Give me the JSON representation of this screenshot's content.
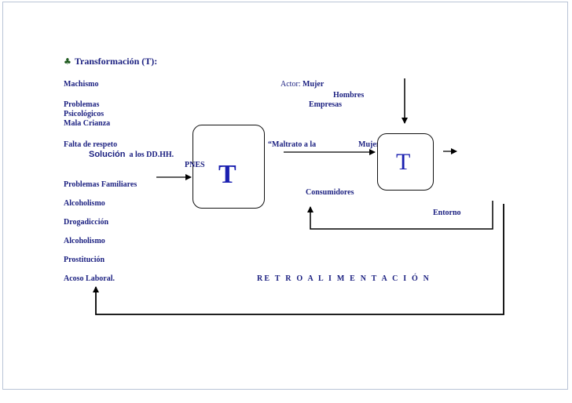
{
  "heading": {
    "bullet_icon": "club-icon",
    "title": "Transformación (T):"
  },
  "left_list": {
    "machismo": "Machismo",
    "problemas": "Problemas",
    "psicologicos": "Psicológicos",
    "mala_crianza": "Mala Crianza",
    "falta_respeto": "Falta de respeto",
    "solucion": "Solución",
    "ddhh": "a los DD.HH.",
    "problemas_familiares": "Problemas Familiares",
    "alcoholismo_1": "Alcoholismo",
    "drogadiccion": "Drogadicción",
    "alcoholismo_2": "Alcoholismo",
    "prostitucion": "Prostitución",
    "acoso": "Acoso Laboral."
  },
  "center": {
    "pnes": "PNES",
    "transform_1": "T",
    "actor_label": "Actor:",
    "actor_value": "Mujer",
    "hombres": "Hombres",
    "empresas": "Empresas",
    "maltrato": "“Maltrato a la",
    "mujer_quote": "Mujer”",
    "consumidores": "Consumidores",
    "transform_2": "T",
    "entorno": "Entorno",
    "retro": "RE T R O A L I M E N T A C I Ó N"
  }
}
